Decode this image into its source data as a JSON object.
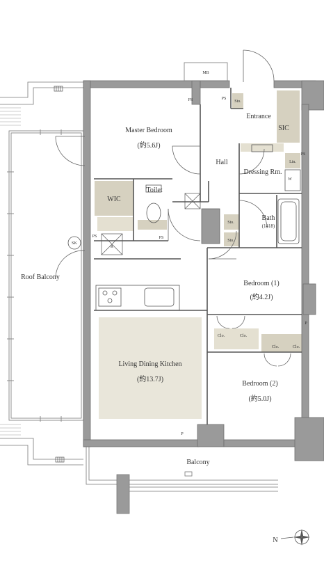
{
  "colors": {
    "wall": "#9a9a9a",
    "wall_dark": "#6e6e6e",
    "ldk_floor": "#e9e6da",
    "storage": "#d6d1c0",
    "storage_light": "#e4e0d1",
    "line": "#555555"
  },
  "rooms": {
    "master": {
      "name": "Master Bedroom",
      "size": "(約5.6J)"
    },
    "ldk": {
      "name": "Living Dining Kitchen",
      "size": "(約13.7J)"
    },
    "bed1": {
      "name": "Bedroom (1)",
      "size": "(約4.2J)"
    },
    "bed2": {
      "name": "Bedroom (2)",
      "size": "(約5.0J)"
    },
    "hall": "Hall",
    "entrance": "Entrance",
    "sic": "SIC",
    "dressing": "Dressing Rm.",
    "bath": {
      "name": "Bath",
      "size": "(1418)"
    },
    "toilet": "Toilet",
    "wic": "WIC",
    "roof_balcony": "Roof Balcony",
    "balcony": "Balcony"
  },
  "labels": {
    "mb": "MB",
    "ps": "PS",
    "p": "P",
    "sto": "Sto.",
    "lin": "Lin.",
    "w": "W",
    "sk": "SK",
    "r": "R",
    "clo": "Clo.",
    "north": "N"
  }
}
